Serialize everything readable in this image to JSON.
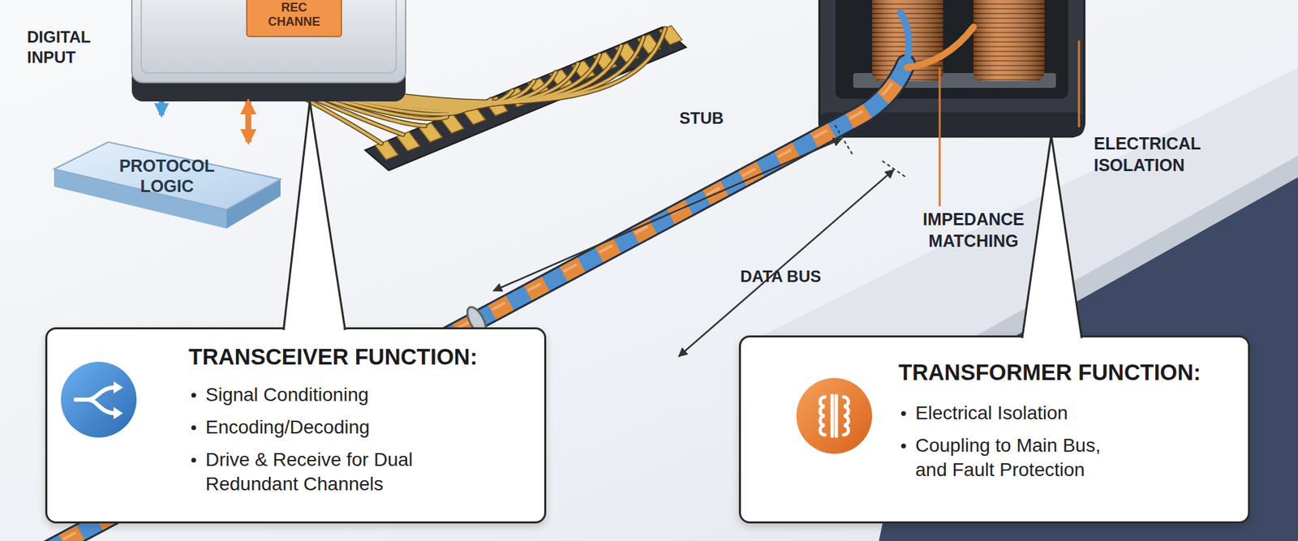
{
  "diagram": {
    "nodes": [
      {
        "text": [
          "REC CHANNE"
        ]
      },
      {
        "text": [
          "PROTOCOL LOGIC"
        ]
      },
      {
        "text": [
          "TRANSCEIVER FUNCTION:",
          "Signal Conditioning",
          "Encoding/Decoding",
          "Drive & Receive for Dual Redundant Channels"
        ]
      },
      {
        "text": [
          "TRANSFORMER FUNCTION:",
          "Electrical Isolation",
          "Coupling to Main Bus, and Fault Protection"
        ]
      }
    ],
    "edges": [
      {
        "from": 1,
        "to": 0,
        "arrow": "both"
      },
      {
        "from": 2,
        "to": 0,
        "arrow": "none"
      }
    ],
    "labels": [
      "DIGITAL INPUT",
      "STUB",
      "ELECTRICAL ISOLATION",
      "IMPEDANCE MATCHING",
      "DATA BUS"
    ]
  }
}
